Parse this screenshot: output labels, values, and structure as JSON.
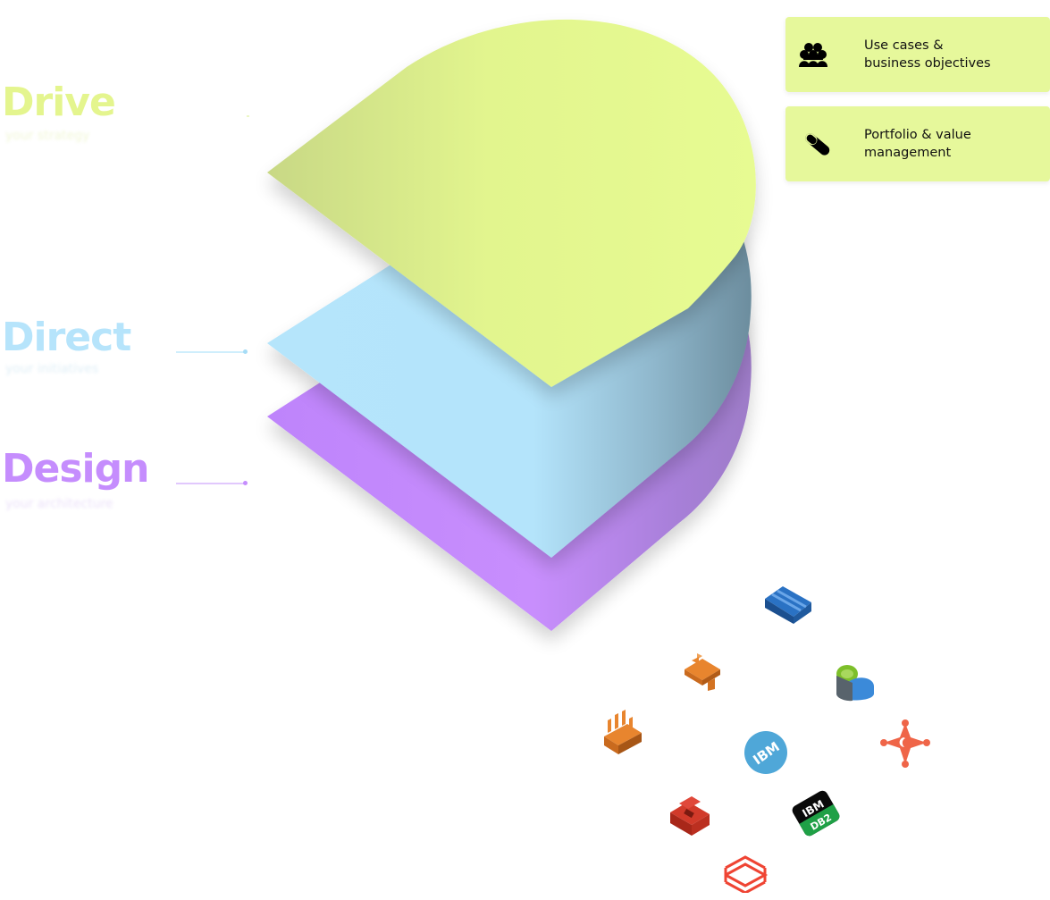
{
  "layers": {
    "drive": {
      "label": "Drive",
      "sublabel": "your strategy",
      "color": "#e4f58e"
    },
    "direct": {
      "label": "Direct",
      "sublabel": "your initiatives",
      "color": "#b6e4fb"
    },
    "design": {
      "label": "Design",
      "sublabel": "your architecture",
      "color": "#c58dfd"
    }
  },
  "cards": [
    {
      "text": "Use cases &\nbusiness objectives",
      "icon": "users-group-icon"
    },
    {
      "text": "Portfolio & value\nmanagement",
      "icon": "pill-icon"
    }
  ],
  "logos": [
    {
      "name": "amazon-redshift-logo"
    },
    {
      "name": "aws-glue-logo"
    },
    {
      "name": "azure-database-logo"
    },
    {
      "name": "aws-kinesis-logo"
    },
    {
      "name": "ibm-informix-logo",
      "text": "IBM"
    },
    {
      "name": "apache-spark-logo"
    },
    {
      "name": "aws-athena-logo"
    },
    {
      "name": "ibm-db2-logo",
      "text": "IBM",
      "text2": "DB2"
    },
    {
      "name": "databricks-logo"
    }
  ]
}
